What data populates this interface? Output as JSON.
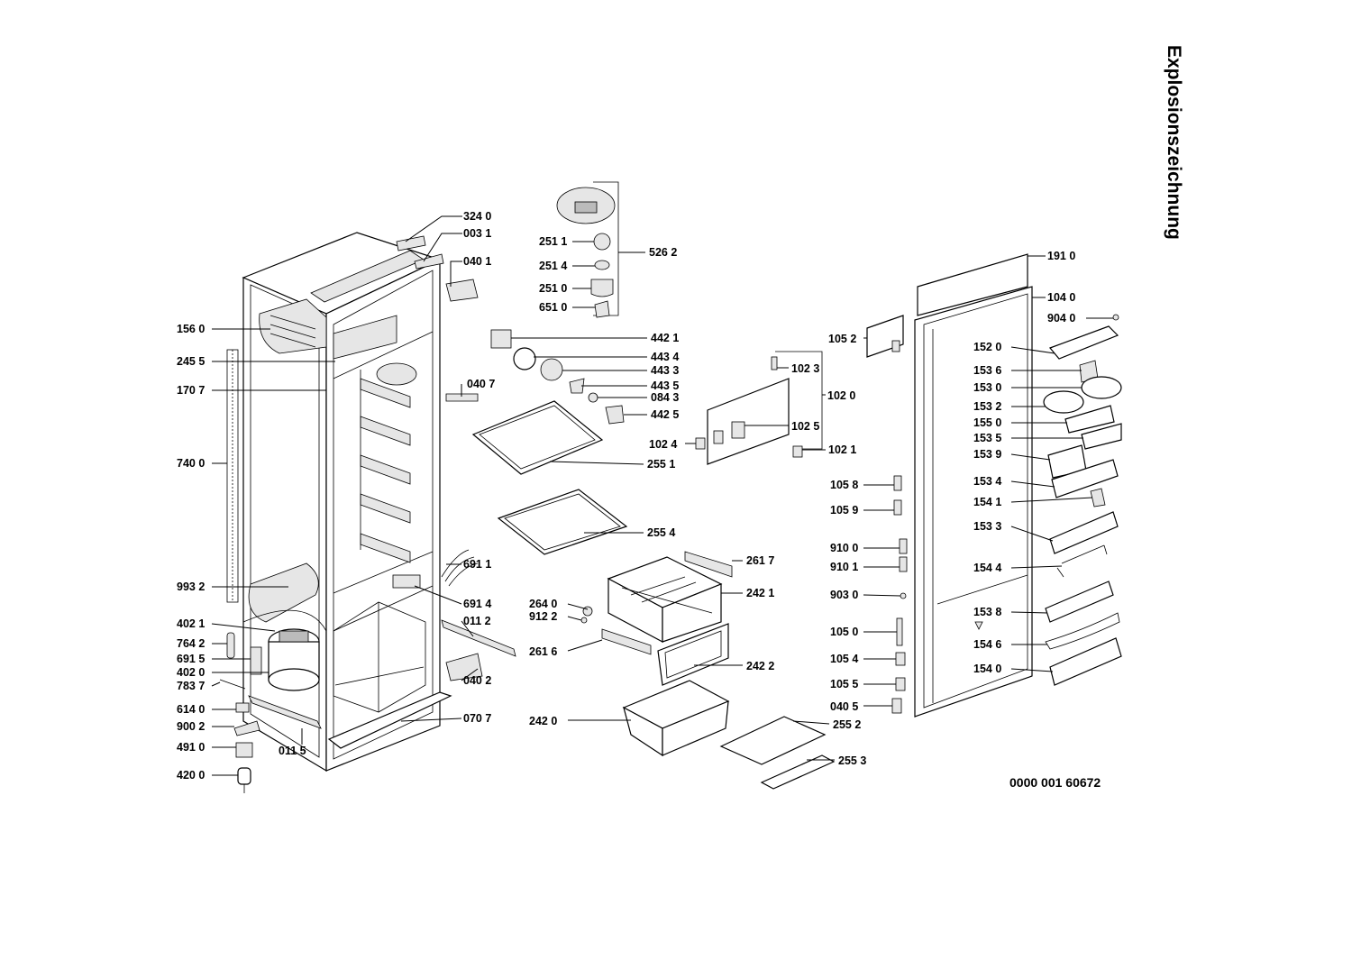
{
  "title": "Explosionszeichnung",
  "document_number": "0000 001 60672",
  "part_labels": {
    "p3240": "324 0",
    "p0031": "003 1",
    "p0401": "040 1",
    "p1560": "156 0",
    "p2455": "245 5",
    "p1707": "170 7",
    "p7400": "740 0",
    "p9932": "993 2",
    "p4021": "402 1",
    "p7642": "764 2",
    "p6915": "691 5",
    "p4020": "402 0",
    "p7837": "783 7",
    "p6140": "614 0",
    "p9002": "900 2",
    "p4910": "491 0",
    "p4200": "420 0",
    "p0115": "011 5",
    "p0707": "070 7",
    "p0402": "040 2",
    "p0112": "011 2",
    "p6911": "691 1",
    "p6914": "691 4",
    "p0407": "040 7",
    "p2511": "251 1",
    "p2514": "251 4",
    "p2510": "251 0",
    "p6510": "651 0",
    "p5262": "526 2",
    "p4421": "442 1",
    "p4434": "443 4",
    "p4433": "443 3",
    "p4435": "443 5",
    "p0843": "084 3",
    "p4425": "442 5",
    "p2551": "255 1",
    "p2554": "255 4",
    "p2617": "261 7",
    "p2421": "242 1",
    "p2640": "264 0",
    "p9122": "912 2",
    "p2616": "261 6",
    "p2422": "242 2",
    "p2420": "242 0",
    "p2552": "255 2",
    "p2553": "255 3",
    "p1023": "102 3",
    "p1020": "102 0",
    "p1025": "102 5",
    "p1024": "102 4",
    "p1021": "102 1",
    "p1052": "105 2",
    "p1058": "105 8",
    "p1059": "105 9",
    "p9100": "910 0",
    "p9101": "910 1",
    "p9030": "903 0",
    "p1050": "105 0",
    "p1054": "105 4",
    "p1055": "105 5",
    "p0405": "040 5",
    "p1910": "191 0",
    "p1040": "104 0",
    "p9040": "904 0",
    "p1520": "152 0",
    "p1536": "153 6",
    "p1530": "153 0",
    "p1532": "153 2",
    "p1550": "155 0",
    "p1535": "153 5",
    "p1539": "153 9",
    "p1534": "153 4",
    "p1541": "154 1",
    "p1533": "153 3",
    "p1544": "154 4",
    "p1538": "153 8",
    "p1546": "154 6",
    "p1540": "154 0"
  }
}
